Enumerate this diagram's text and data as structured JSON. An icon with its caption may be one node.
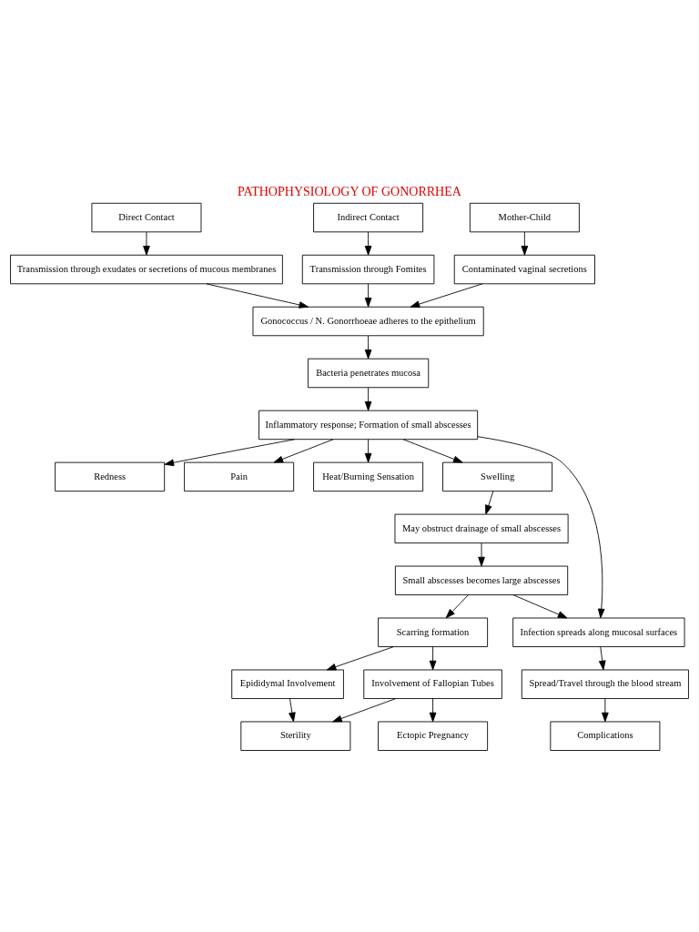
{
  "diagram": {
    "title": "PATHOPHYSIOLOGY OF GONORRHEA",
    "nodes": [
      {
        "text": [
          "Direct Contact"
        ]
      },
      {
        "text": [
          "Indirect Contact"
        ]
      },
      {
        "text": [
          "Mother-Child"
        ]
      },
      {
        "text": [
          "Transmission through exudates or secretions of mucous membranes"
        ]
      },
      {
        "text": [
          "Transmission through Fomites"
        ]
      },
      {
        "text": [
          "Contaminated vaginal secretions"
        ]
      },
      {
        "text": [
          "Gonococcus / N. Gonorrhoeae adheres to the epithelium"
        ]
      },
      {
        "text": [
          "Bacteria penetrates mucosa"
        ]
      },
      {
        "text": [
          "Redness"
        ]
      },
      {
        "text": [
          "Pain"
        ]
      },
      {
        "text": [
          "Heat/Burning Sensation"
        ]
      },
      {
        "text": [
          "Inflammatory response; Formation of small abscesses"
        ]
      },
      {
        "text": [
          "Swelling"
        ]
      },
      {
        "text": [
          "May obstruct drainage of small abscesses"
        ]
      },
      {
        "text": [
          "Small abscesses becomes large abscesses"
        ]
      },
      {
        "text": [
          "Infection spreads along mucosal surfaces"
        ]
      },
      {
        "text": [
          "Scarring formation"
        ]
      },
      {
        "text": [
          "Spread/Travel through the blood stream"
        ]
      },
      {
        "text": [
          "Epididymal Involvement"
        ]
      },
      {
        "text": [
          "Involvement of Fallopian Tubes"
        ]
      },
      {
        "text": [
          "Complications"
        ]
      },
      {
        "text": [
          "Sterility"
        ]
      },
      {
        "text": [
          "Ectopic Pregnancy"
        ]
      }
    ],
    "edges": [
      {
        "from": 0,
        "to": 3,
        "arrow": "to"
      },
      {
        "from": 1,
        "to": 4,
        "arrow": "to"
      },
      {
        "from": 2,
        "to": 5,
        "arrow": "to"
      },
      {
        "from": 3,
        "to": 6,
        "arrow": "to"
      },
      {
        "from": 4,
        "to": 6,
        "arrow": "to"
      },
      {
        "from": 5,
        "to": 6,
        "arrow": "to"
      },
      {
        "from": 6,
        "to": 7,
        "arrow": "to"
      },
      {
        "from": 7,
        "to": 11,
        "arrow": "to"
      },
      {
        "from": 11,
        "to": 8,
        "arrow": "to"
      },
      {
        "from": 11,
        "to": 9,
        "arrow": "to"
      },
      {
        "from": 11,
        "to": 10,
        "arrow": "to"
      },
      {
        "from": 11,
        "to": 12,
        "arrow": "to"
      },
      {
        "from": 12,
        "to": 13,
        "arrow": "to"
      },
      {
        "from": 13,
        "to": 14,
        "arrow": "to"
      },
      {
        "from": 14,
        "to": 15,
        "arrow": "to"
      },
      {
        "from": 11,
        "to": 15,
        "arrow": "to"
      },
      {
        "from": 15,
        "to": 17,
        "arrow": "to"
      },
      {
        "from": 17,
        "to": 20,
        "arrow": "to"
      },
      {
        "from": 14,
        "to": 16,
        "arrow": "to"
      },
      {
        "from": 16,
        "to": 18,
        "arrow": "to"
      },
      {
        "from": 16,
        "to": 19,
        "arrow": "to"
      },
      {
        "from": 18,
        "to": 21,
        "arrow": "to"
      },
      {
        "from": 19,
        "to": 22,
        "arrow": "to"
      },
      {
        "from": 19,
        "to": 21,
        "arrow": "to"
      }
    ]
  }
}
